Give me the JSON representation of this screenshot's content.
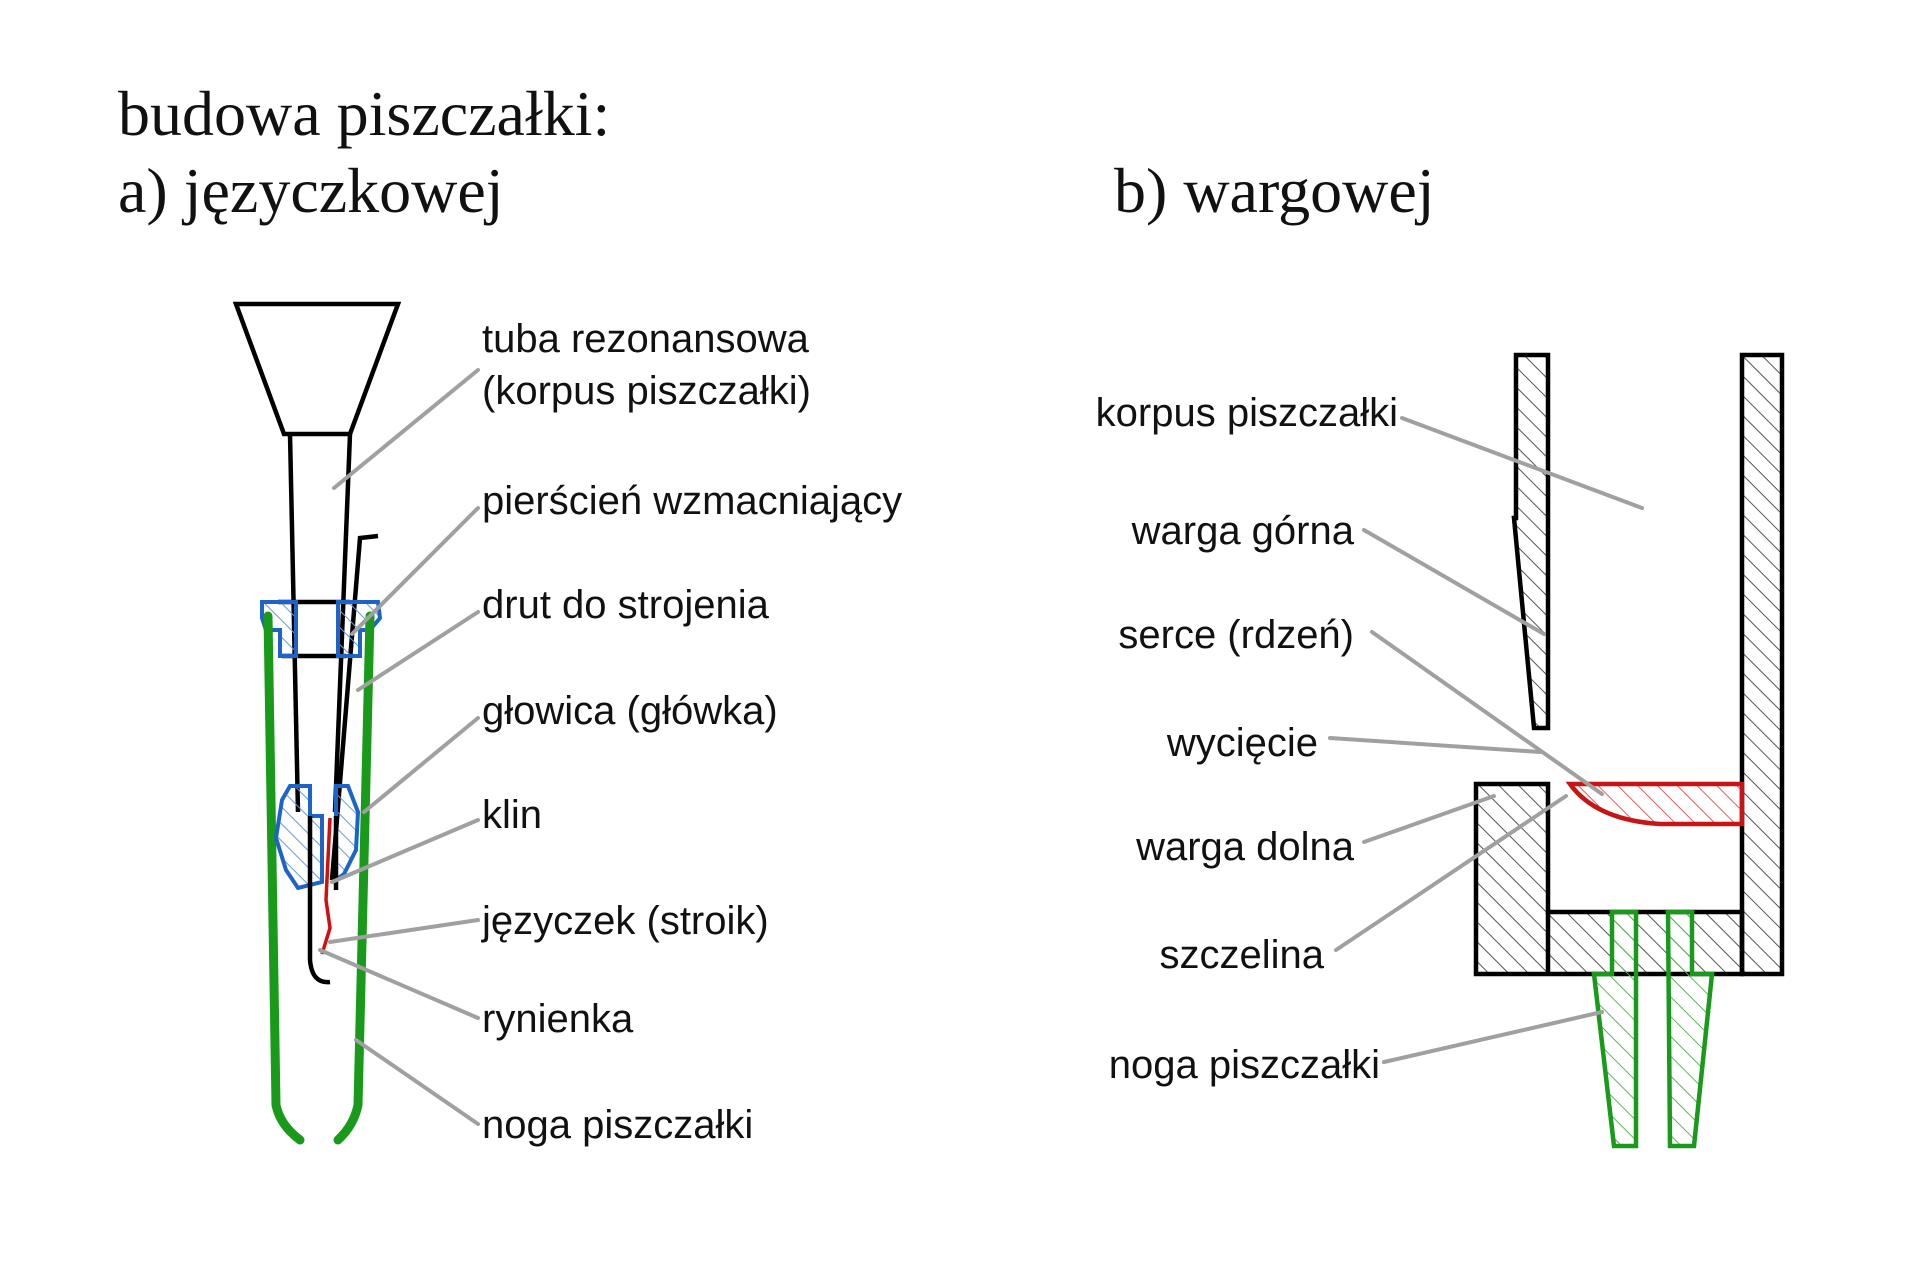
{
  "title": {
    "line1": "budowa piszczałki:",
    "a": "a) języczkowej",
    "b": "b) wargowej"
  },
  "reed_pipe": {
    "labels": [
      {
        "id": "tuba",
        "line1": "tuba rezonansowa",
        "line2": "(korpus piszczałki)"
      },
      {
        "id": "pierscien",
        "line1": "pierścień wzmacniający"
      },
      {
        "id": "drut",
        "line1": "drut do strojenia"
      },
      {
        "id": "glowica",
        "line1": "głowica (główka)"
      },
      {
        "id": "klin",
        "line1": "klin"
      },
      {
        "id": "jezyczek",
        "line1": "języczek (stroik)"
      },
      {
        "id": "rynienka",
        "line1": "rynienka"
      },
      {
        "id": "noga",
        "line1": "noga piszczałki"
      }
    ]
  },
  "flue_pipe": {
    "labels": [
      {
        "id": "korpus",
        "line1": "korpus piszczałki"
      },
      {
        "id": "warga-gorna",
        "line1": "warga górna"
      },
      {
        "id": "serce",
        "line1": "serce (rdzeń)"
      },
      {
        "id": "wyciecie",
        "line1": "wycięcie"
      },
      {
        "id": "warga-dolna",
        "line1": "warga dolna"
      },
      {
        "id": "szczelina",
        "line1": "szczelina"
      },
      {
        "id": "noga",
        "line1": "noga piszczałki"
      }
    ]
  },
  "colors": {
    "outline": "#000000",
    "foot": "#1a9a1a",
    "ring": "#1e64c8",
    "reed": "#d01010",
    "languid": "#c81414",
    "leader": "#a0a0a0"
  }
}
